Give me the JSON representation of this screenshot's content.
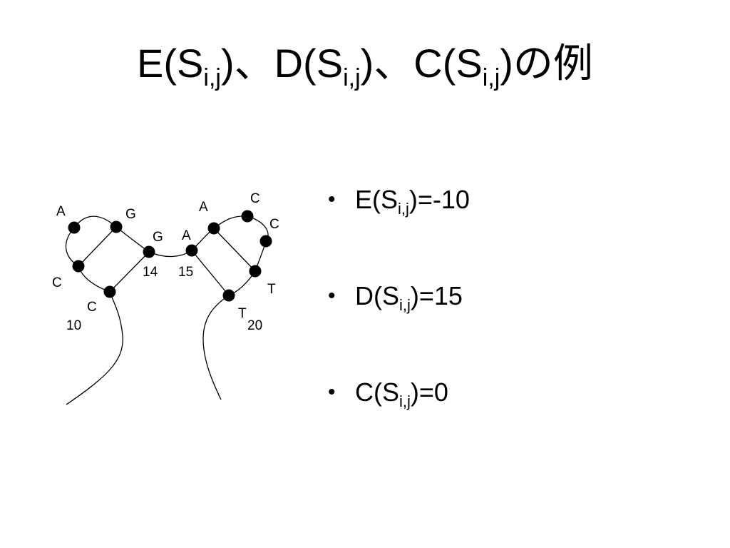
{
  "title": {
    "e_fn": "E(S",
    "d_fn": ")、D(S",
    "c_fn": ")、C(S",
    "subscript": "i,j",
    "suffix": ")の例"
  },
  "diagram": {
    "nucleotides": [
      "A",
      "G",
      "G",
      "A",
      "A",
      "C",
      "C",
      "C",
      "C",
      "T",
      "T"
    ],
    "position_labels": [
      "10",
      "14",
      "15",
      "20"
    ]
  },
  "bullets": [
    {
      "symbol": "•",
      "prefix": "E(S",
      "subscript": "i,j",
      "suffix": ")=-10"
    },
    {
      "symbol": "•",
      "prefix": "D(S",
      "subscript": "i,j",
      "suffix": ")=15"
    },
    {
      "symbol": "•",
      "prefix": "C(S",
      "subscript": "i,j",
      "suffix": ")=0"
    }
  ]
}
